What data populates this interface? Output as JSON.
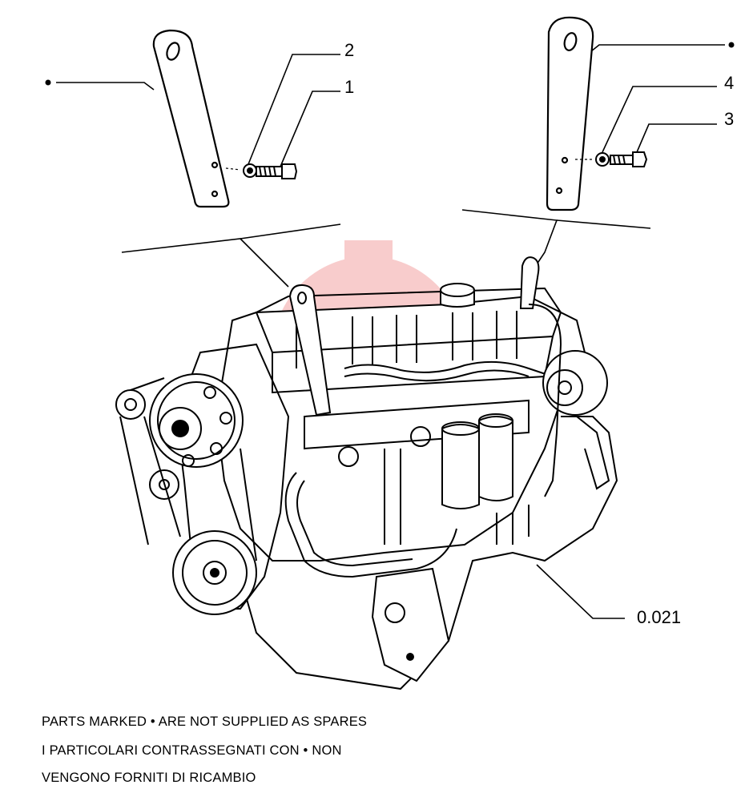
{
  "callouts": {
    "item_1": "1",
    "item_2": "2",
    "item_3": "3",
    "item_4": "4",
    "ref_group": "0.021"
  },
  "not_supplied_marker": "•",
  "notes": [
    "PARTS MARKED • ARE NOT SUPPLIED AS SPARES",
    "I  PARTICOLARI  CONTRASSEGNATI  CON  •  NON",
    "VENGONO FORNITI DI RICAMBIO"
  ],
  "colors": {
    "line": "#000000",
    "watermark": "#f3a3a3",
    "background": "#ffffff"
  }
}
